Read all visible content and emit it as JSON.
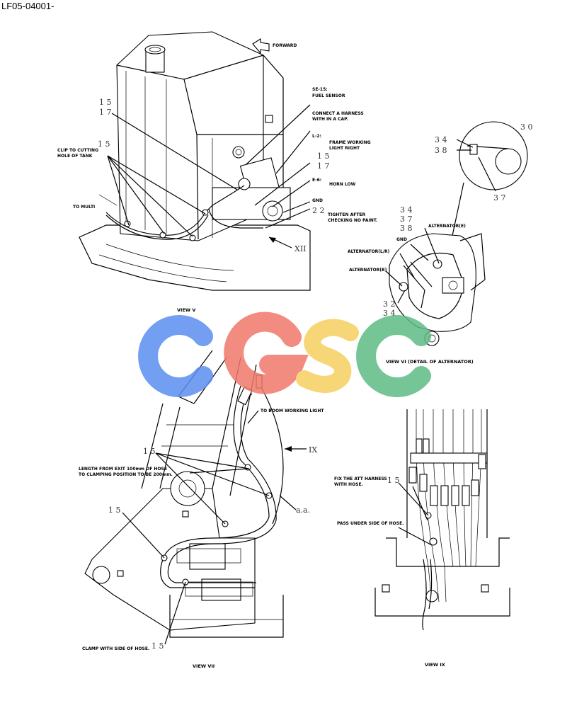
{
  "header": {
    "code": "LF05-04001-"
  },
  "watermark": {
    "letters": [
      "C",
      "G",
      "S",
      "C"
    ],
    "colors": [
      "#5b8ef0",
      "#f0786a",
      "#f5d060",
      "#5dbb84"
    ]
  },
  "view_v": {
    "caption": "VIEW V",
    "forward": "FORWARD",
    "se15_title": "SE-15:",
    "se15_sub": "FUEL SENSOR",
    "connect_1": "CONNECT A HARNESS",
    "connect_2": "WITH IN A CAP.",
    "l2_title": "L-2:",
    "l2_sub_1": "FRAME WORKING",
    "l2_sub_2": "LIGHT RIGHT",
    "e6_title": "E-6:",
    "e6_sub": "HORN LOW",
    "gnd": "GND",
    "tighten_1": "TIGHTEN AFTER",
    "tighten_2": "CHECKING NO PAINT.",
    "clip_1": "CLIP TO CUTTING",
    "clip_2": "HOLE OF TANK",
    "to_multi": "TO MULTI",
    "view_ref": "XII",
    "n15a": "1 5",
    "n17a": "1 7",
    "n15b": "1 5",
    "n17b": "1 7",
    "n15c": "1 5",
    "n22": "2 2"
  },
  "view_vi": {
    "caption": "VIEW VI (DETAIL OF ALTERNATOR)",
    "alt_e": "ALTERNATOR(E)",
    "gnd": "GND",
    "alt_lr": "ALTERNATOR(L/R)",
    "alt_b": "ALTERNATOR(B)",
    "n34a": "3 4",
    "n38a": "3 8",
    "n30": "3 0",
    "n37a": "3 7",
    "n34b": "3 4",
    "n37b": "3 7",
    "n38b": "3 8",
    "n32": "3 2",
    "n34c": "3 4"
  },
  "view_vii": {
    "caption": "VIEW VII",
    "boom": "TO BOOM WORKING LIGHT",
    "view_ref": "IX",
    "length_1": "LENGTH FROM EXIT 100mm OF HOSE",
    "length_2": "TO CLAMPING POSITION TO BE 200mm.",
    "clamp": "CLAMP WITH SIDE OF HOSE.",
    "aa": "a.a.",
    "n15a": "1 5",
    "n15b": "1 5",
    "n15c": "1 5"
  },
  "view_ix": {
    "caption": "VIEW IX",
    "fix_1": "FIX THE ATT HARNESS",
    "fix_2": "WITH HOSE.",
    "pass": "PASS UNDER SIDE OF HOSE.",
    "n15": "1 5"
  }
}
